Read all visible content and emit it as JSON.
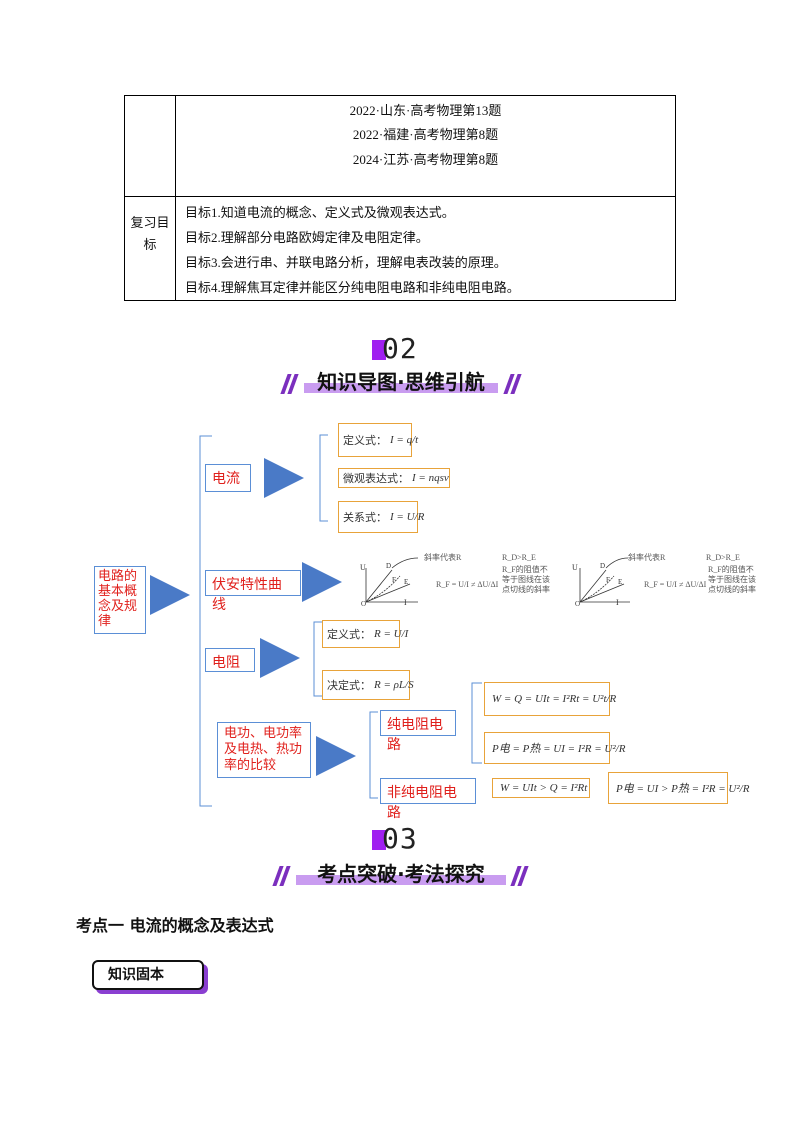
{
  "table": {
    "exam_lines": [
      "2022·山东·高考物理第13题",
      "2022·福建·高考物理第8题",
      "2024·江苏·高考物理第8题"
    ],
    "goal_label": "复习目标",
    "goals": [
      "目标1.知道电流的概念、定义式及微观表达式。",
      "目标2.理解部分电路欧姆定律及电阻定律。",
      "目标3.会进行串、并联电路分析，理解电表改装的原理。",
      "目标4.理解焦耳定律并能区分纯电阻电路和非纯电阻电路。"
    ]
  },
  "section2": {
    "number": "02",
    "title": "知识导图·思维引航"
  },
  "mindmap": {
    "root": "电路的基本概念及规律",
    "branches": {
      "current": "电流",
      "iv": "伏安特性曲线",
      "resistance": "电阻",
      "power": "电功、电功率及电热、热功率的比较"
    },
    "current_formulas": {
      "def_label": "定义式：",
      "def_expr": "I = q/t",
      "micro_label": "微观表达式：",
      "micro_expr": "I = nqsv",
      "rel_label": "关系式：",
      "rel_expr": "I = U/R"
    },
    "resistance_formulas": {
      "def_label": "定义式：",
      "def_expr": "R = U/I",
      "decide_label": "决定式：",
      "decide_expr": "R = ρL/S"
    },
    "iv_notes": {
      "left_slope": "斜率代表R",
      "left_cmp": "R_D>R_E",
      "left_formula": "R_F = U/I ≠ ΔU/ΔI",
      "left_desc": "R_F的阻值不等于图线在该点切线的斜率",
      "right_slope": "斜率代表R",
      "right_cmp": "R_D>R_E",
      "right_formula": "R_F = U/I ≠ ΔU/ΔI",
      "right_desc": "R_F的阻值不等于图线在该点切线的斜率"
    },
    "pure": {
      "label": "纯电阻电路",
      "formula1": "W = Q = UIt = I²Rt = U²t/R",
      "formula2": "P电 = P热 = UI = I²R = U²/R"
    },
    "nonpure": {
      "label": "非纯电阻电路",
      "formula1": "W = UIt > Q = I²Rt",
      "formula2": "P电 = UI > P热 = I²R = U²/R"
    }
  },
  "section3": {
    "number": "03",
    "title": "考点突破·考法探究"
  },
  "topic": "考点一  电流的概念及表达式",
  "badge": "知识固本",
  "colors": {
    "accent": "#a020f0",
    "branch_text": "#e0201c",
    "arrow": "#4a7ac7",
    "formula_border": "#e8a33a"
  }
}
